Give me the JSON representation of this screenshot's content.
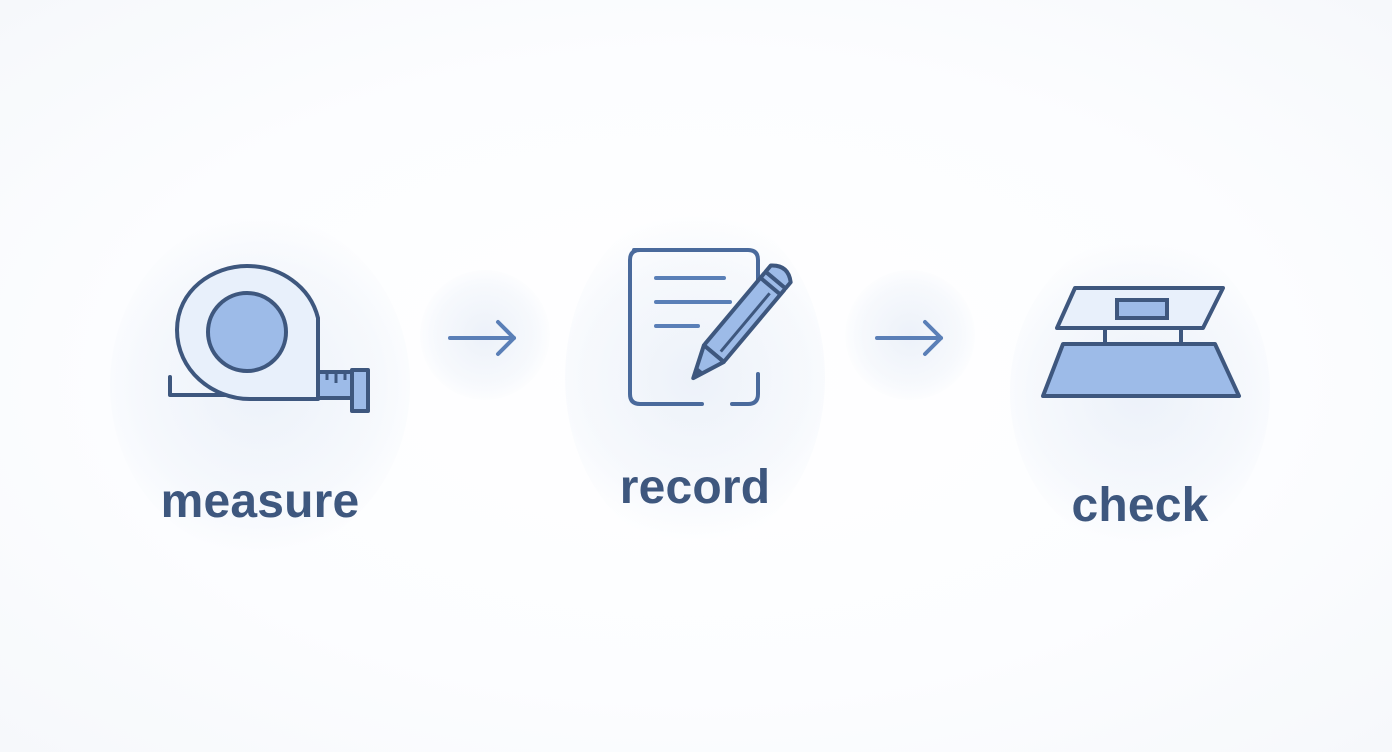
{
  "colors": {
    "stroke": "#3e577e",
    "icon_stroke": "#4a6a9c",
    "fill_light": "#e8f0fb",
    "fill_mid": "#9dbbe8",
    "arrow": "#5a7fb7",
    "label": "#3e577e"
  },
  "steps": [
    {
      "label": "measure",
      "icon": "tape-measure-icon"
    },
    {
      "label": "record",
      "icon": "document-pencil-icon"
    },
    {
      "label": "check",
      "icon": "level-scale-icon"
    }
  ],
  "connectors": [
    {
      "icon": "arrow-right-icon"
    },
    {
      "icon": "arrow-right-icon"
    }
  ]
}
